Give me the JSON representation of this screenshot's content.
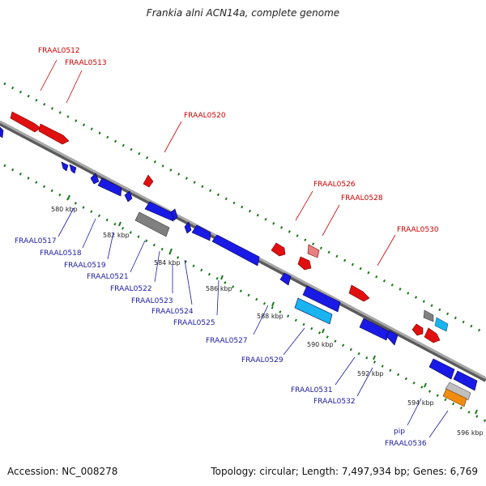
{
  "title": "Frankia alni ACN14a, complete genome",
  "footer": {
    "accession": "Accession: NC_008278",
    "summary": "Topology: circular; Length: 7,497,934 bp; Genes: 6,769"
  },
  "colors": {
    "forward_gene": "#e01010",
    "reverse_gene": "#1a1ae6",
    "pseudogene": "#808080",
    "rna": "#19b4f0",
    "other": "#f08c10",
    "backbone": "#8c8c8c",
    "ruler_dots": "#1a7a1a",
    "label_red": "#cc0000",
    "label_blue": "#1a1aa6"
  },
  "ruler_labels": [
    "580 kbp",
    "582 kbp",
    "584 kbp",
    "586 kbp",
    "588 kbp",
    "590 kbp",
    "592 kbp",
    "594 kbp",
    "596 kbp"
  ],
  "forward_labels": [
    "FRAAL0512",
    "FRAAL0513",
    "FRAAL0520",
    "FRAAL0526",
    "FRAAL0528",
    "FRAAL0530"
  ],
  "reverse_labels": [
    "FRAAL0517",
    "FRAAL0518",
    "FRAAL0519",
    "FRAAL0521",
    "FRAAL0522",
    "FRAAL0523",
    "FRAAL0524",
    "FRAAL0525",
    "FRAAL0527",
    "FRAAL0529",
    "FRAAL0531",
    "FRAAL0532",
    "pip",
    "FRAAL0536"
  ]
}
